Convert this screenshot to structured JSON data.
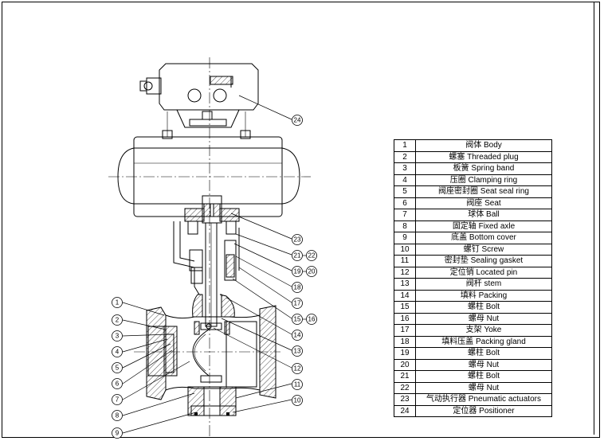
{
  "parts": [
    {
      "no": "1",
      "name": "阀体 Body"
    },
    {
      "no": "2",
      "name": "螺塞 Threaded plug"
    },
    {
      "no": "3",
      "name": "板簧 Spring band"
    },
    {
      "no": "4",
      "name": "压圈 Clamping ring"
    },
    {
      "no": "5",
      "name": "阀座密封圈 Seat seal ring"
    },
    {
      "no": "6",
      "name": "阀座 Seat"
    },
    {
      "no": "7",
      "name": "球体 Ball"
    },
    {
      "no": "8",
      "name": "固定轴 Fixed axle"
    },
    {
      "no": "9",
      "name": "底盖 Bottom cover"
    },
    {
      "no": "10",
      "name": "螺钉 Screw"
    },
    {
      "no": "11",
      "name": "密封垫 Sealing gasket"
    },
    {
      "no": "12",
      "name": "定位销 Located pin"
    },
    {
      "no": "13",
      "name": "阀杆 stem"
    },
    {
      "no": "14",
      "name": "填料 Packing"
    },
    {
      "no": "15",
      "name": "螺柱 Bolt"
    },
    {
      "no": "16",
      "name": "螺母 Nut"
    },
    {
      "no": "17",
      "name": "支架 Yoke"
    },
    {
      "no": "18",
      "name": "填料压盖 Packing gland"
    },
    {
      "no": "19",
      "name": "螺柱 Bolt"
    },
    {
      "no": "20",
      "name": "螺母 Nut"
    },
    {
      "no": "21",
      "name": "螺柱 Bolt"
    },
    {
      "no": "22",
      "name": "螺母 Nut"
    },
    {
      "no": "23",
      "name": "气动执行器 Pneumatic actuators"
    },
    {
      "no": "24",
      "name": "定位器 Positioner"
    }
  ],
  "callouts": {
    "c1": "1",
    "c2": "2",
    "c3": "3",
    "c4": "4",
    "c5": "5",
    "c6": "6",
    "c7": "7",
    "c8": "8",
    "c9": "9",
    "c10": "10",
    "c11": "11",
    "c12": "12",
    "c13": "13",
    "c14": "14",
    "c15": "15",
    "c16": "16",
    "c17": "17",
    "c18": "18",
    "c19": "19",
    "c20": "20",
    "c21": "21",
    "c22": "22",
    "c23": "23",
    "c24": "24"
  }
}
